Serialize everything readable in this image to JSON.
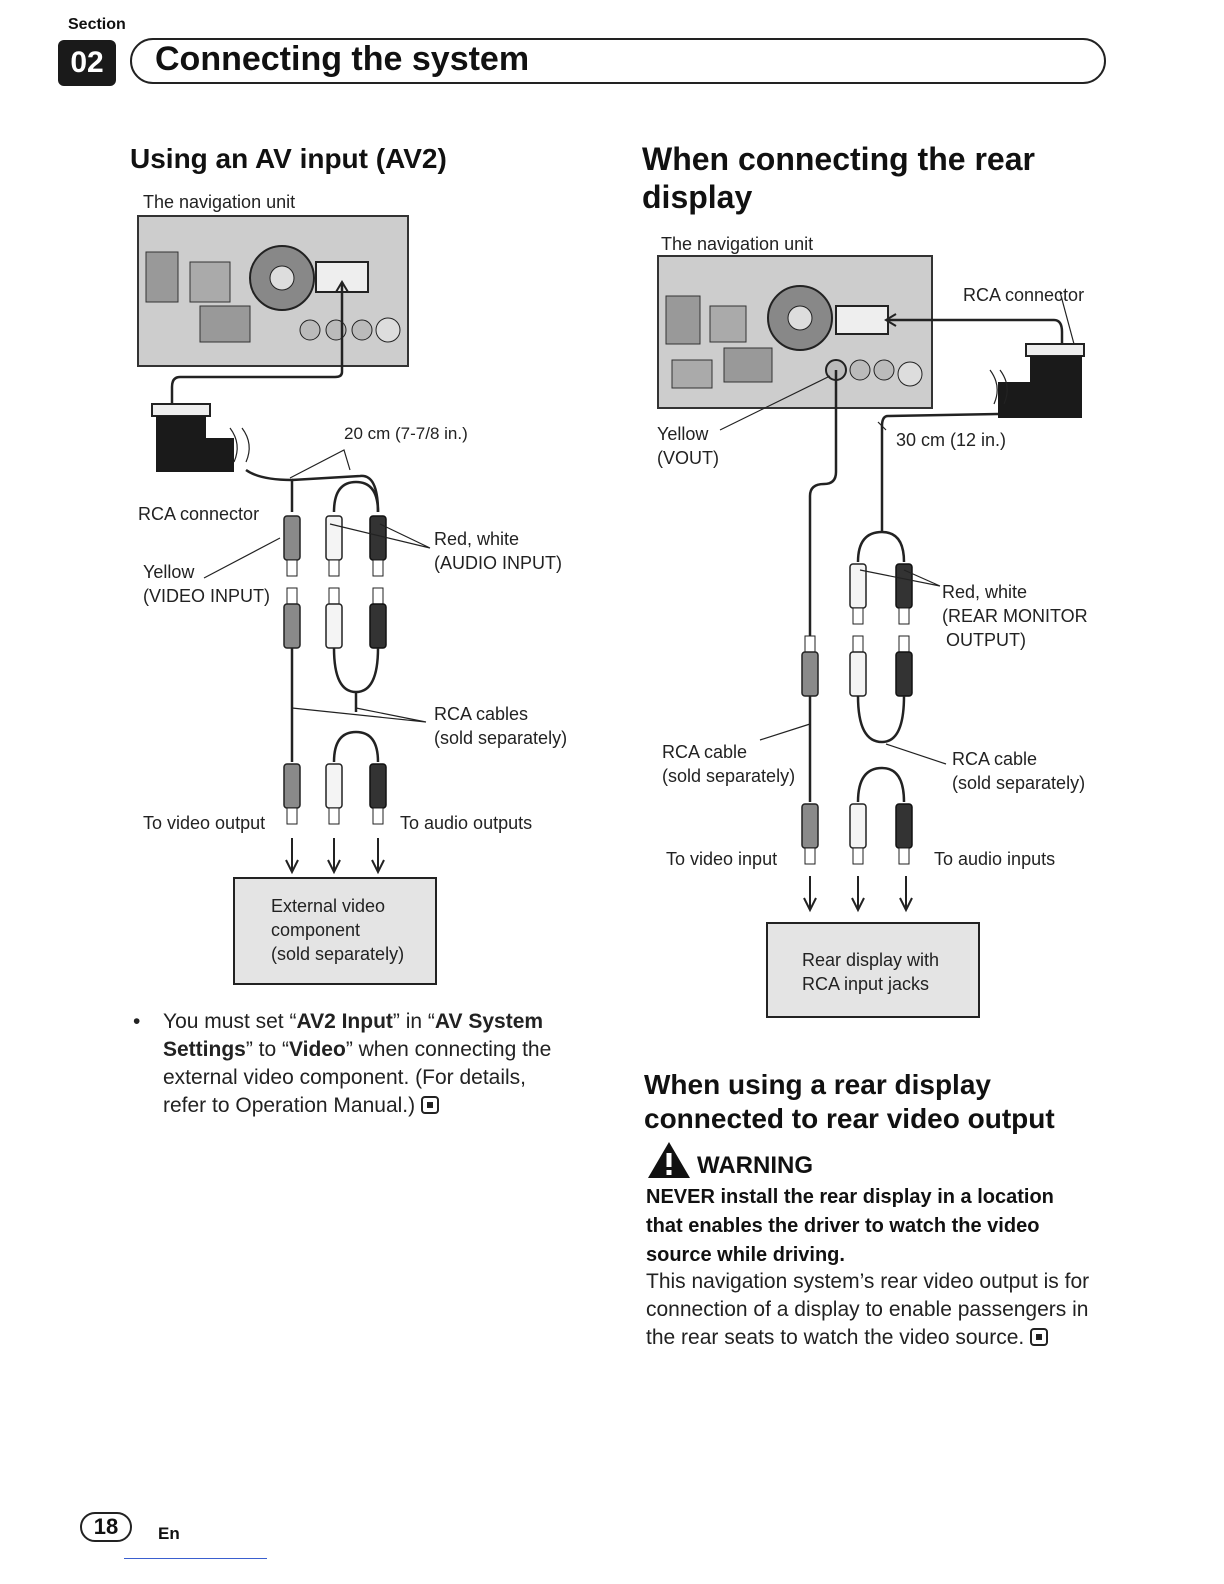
{
  "header": {
    "section_label": "Section",
    "section_number": "02",
    "title": "Connecting the system"
  },
  "left": {
    "heading": "Using an AV input (AV2)",
    "nav_unit_label": "The navigation unit",
    "rca_connector": "RCA connector",
    "length": "20 cm (7-7/8 in.)",
    "yellow_line1": "Yellow",
    "yellow_line2": "(VIDEO INPUT)",
    "redwhite_line1": "Red, white",
    "redwhite_line2": "(AUDIO INPUT)",
    "rca_cables_line1": "RCA cables",
    "rca_cables_line2": "(sold separately)",
    "to_video_output": "To video output",
    "to_audio_outputs": "To audio outputs",
    "box_line1": "External video",
    "box_line2": "component",
    "box_line3": "(sold separately)",
    "note_pre1": "You must set “",
    "note_b1": "AV2 Input",
    "note_mid1": "” in “",
    "note_b2": "AV System",
    "note_b3": "Settings",
    "note_mid2": "” to “",
    "note_b4": "Video",
    "note_post1": "” when connecting the",
    "note_line3": "external video component. (For details,",
    "note_line4": "refer to Operation Manual.)"
  },
  "right": {
    "heading_line1": "When connecting the rear",
    "heading_line2": "display",
    "nav_unit_label": "The navigation unit",
    "rca_connector": "RCA connector",
    "yellow_line1": "Yellow",
    "yellow_line2": "(VOUT)",
    "length": "30 cm (12 in.)",
    "redwhite_line1": "Red, white",
    "redwhite_line2": "(REAR MONITOR",
    "redwhite_line3": "OUTPUT)",
    "rca_cable_left1": "RCA cable",
    "rca_cable_left2": "(sold separately)",
    "rca_cable_right1": "RCA cable",
    "rca_cable_right2": "(sold separately)",
    "to_video_input": "To video input",
    "to_audio_inputs": "To audio inputs",
    "box_line1": "Rear display with",
    "box_line2": "RCA input jacks",
    "heading2_line1": "When using a rear display",
    "heading2_line2": "connected to rear video output",
    "warning": "WARNING",
    "warn_bold1": "NEVER install the rear display in a location",
    "warn_bold2": "that enables the driver to watch the video",
    "warn_bold3": "source while driving.",
    "warn_body1": "This navigation system’s rear video output is for",
    "warn_body2": "connection of a display to enable passengers in",
    "warn_body3": "the rear seats to watch the video source."
  },
  "footer": {
    "page_number": "18",
    "lang": "En"
  }
}
